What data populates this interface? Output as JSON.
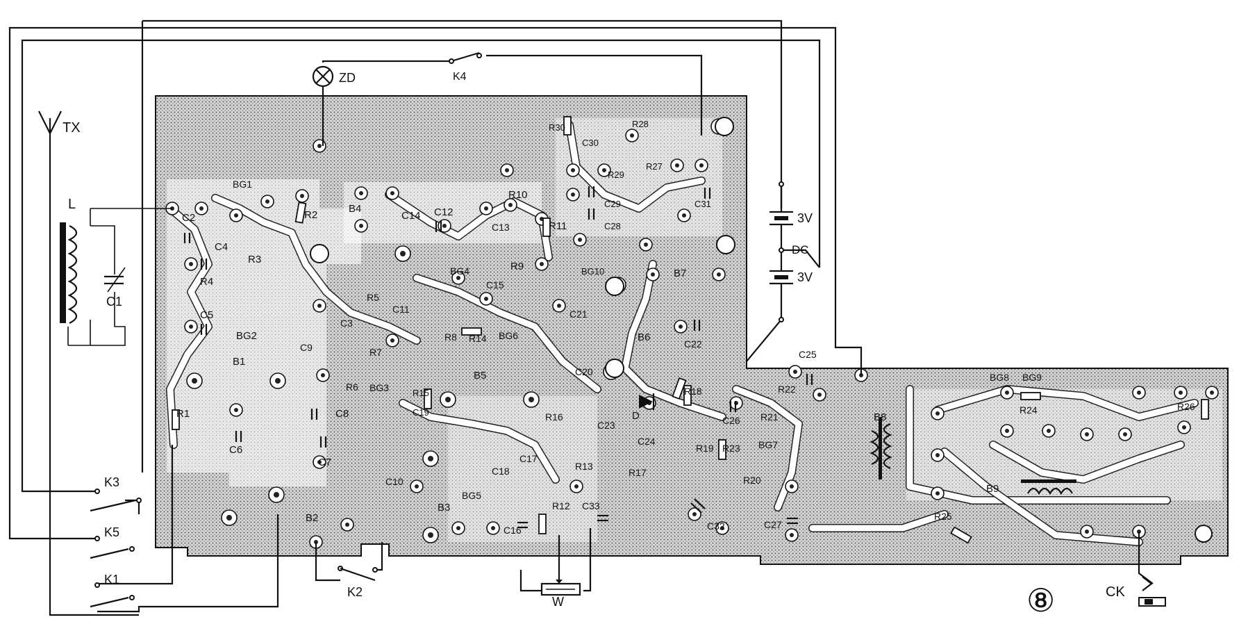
{
  "figure_number": "⑧",
  "labels": {
    "antenna": "TX",
    "loop_coil": "L",
    "tuning_cap": "C1",
    "indicator_lamp": "ZD",
    "switch_k4": "K4",
    "switch_k3": "K3",
    "switch_k5": "K5",
    "switch_k1": "K1",
    "switch_k2": "K2",
    "battery_1": "3V",
    "battery_2": "3V",
    "dc": "DC",
    "potentiometer": "W",
    "earphone_jack": "CK",
    "r1": "R1",
    "c2": "C2",
    "c4": "C4",
    "c5": "C5",
    "c6": "C6",
    "c7": "C7",
    "c8": "C8",
    "r3": "R3",
    "r4": "R4",
    "r2": "R2",
    "bg1": "BG1",
    "bg2": "BG2",
    "b1": "B1",
    "b2": "B2",
    "b3": "B3",
    "b4": "B4",
    "b5": "B5",
    "b6": "B6",
    "b7": "B7",
    "b8": "B8",
    "b9": "B9",
    "c14": "C14",
    "c12": "C12",
    "c13": "C13",
    "r10": "R10",
    "r11": "R11",
    "r9": "R9",
    "bg4": "BG4",
    "c15": "C15",
    "c11": "C11",
    "r5": "R5",
    "r6": "R6",
    "r7": "R7",
    "r8": "R8",
    "r14": "R14",
    "bg6": "BG6",
    "c21": "C21",
    "bg3": "BG3",
    "r15": "R15",
    "c19": "C19",
    "c10": "C10",
    "bg5": "BG5",
    "c18": "C18",
    "c17": "C17",
    "c16": "C16",
    "r12": "R12",
    "r13": "R13",
    "c33": "C33",
    "r16": "R16",
    "c20": "C20",
    "c23": "C23",
    "d": "D",
    "c24": "C24",
    "r17": "R17",
    "r18": "R18",
    "r19": "R19",
    "r23": "R23",
    "c22": "C22",
    "c26": "C26",
    "r21": "R21",
    "r22": "R22",
    "bg7": "BG7",
    "r20": "R20",
    "c25": "C25",
    "c27": "C27",
    "c32": "C32",
    "r30": "R30",
    "c30": "C30",
    "r28": "R28",
    "r29": "R29",
    "r27": "R27",
    "c29": "C29",
    "c28": "C28",
    "c31": "C31",
    "bg10": "BG10",
    "bg8": "BG8",
    "bg9": "BG9",
    "r24": "R24",
    "r25": "R25",
    "r26": "R26",
    "c3": "C3",
    "c9": "C9"
  }
}
